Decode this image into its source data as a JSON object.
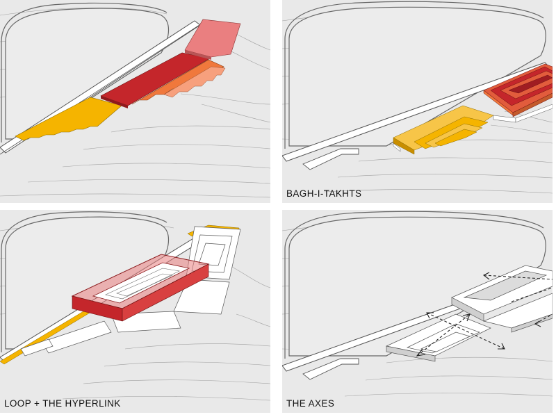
{
  "colors": {
    "terrain": "#e9e9e9",
    "contour": "#9a9a9a",
    "wall": "#ffffff",
    "wall_edge": "#555555",
    "yellow": "#f5b400",
    "red": "#c4262b",
    "orange": "#f0783c",
    "salmon": "#f7a07d",
    "pink": "#ea7f80",
    "axis": "#222222"
  },
  "panels": [
    {
      "caption": ""
    },
    {
      "caption": "BAGH-I-TAKHTS"
    },
    {
      "caption": "LOOP + THE HYPERLINK"
    },
    {
      "caption": "THE AXES"
    }
  ]
}
